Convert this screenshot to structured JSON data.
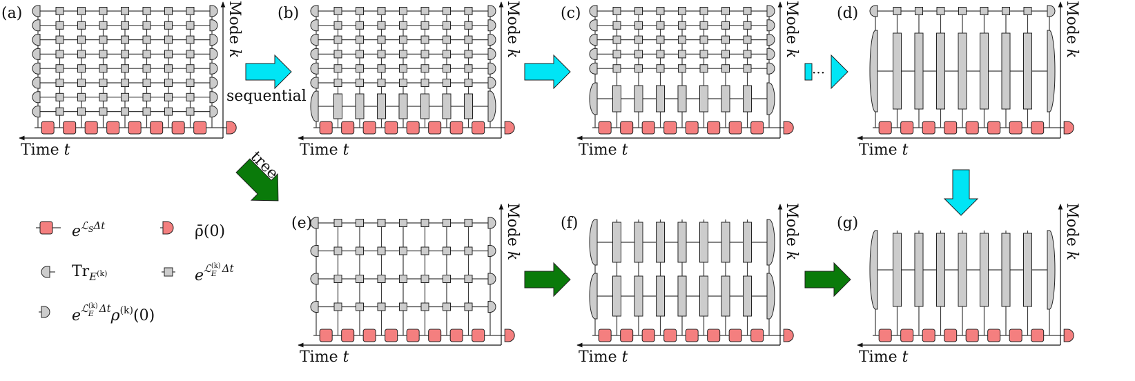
{
  "colors": {
    "system_node": "#f47f7f",
    "env_node": "#cccccc",
    "seq_arrow": "#00e5f5",
    "tree_arrow": "#0a7a0a",
    "line": "#3a3a3a"
  },
  "axes": {
    "time_label": "Time",
    "time_var": "t",
    "mode_label": "Mode",
    "mode_var": "k"
  },
  "arrows": {
    "sequential_label": "sequential",
    "tree_label": "tree",
    "ellipsis": "···"
  },
  "panels": [
    {
      "id": "a",
      "label": "(a)"
    },
    {
      "id": "b",
      "label": "(b)"
    },
    {
      "id": "c",
      "label": "(c)"
    },
    {
      "id": "d",
      "label": "(d)"
    },
    {
      "id": "e",
      "label": "(e)"
    },
    {
      "id": "f",
      "label": "(f)"
    },
    {
      "id": "g",
      "label": "(g)"
    }
  ],
  "legend": {
    "system_propagator": {
      "base": "e",
      "sup": "ℒ",
      "sup_sub": "S",
      "sup_tail": "Δt"
    },
    "initial_state": {
      "main": "ρ̄(0)"
    },
    "env_trace": {
      "main": "Tr",
      "sub": "E",
      "sub_sup": "(k)"
    },
    "env_propagator": {
      "base": "e",
      "sup": "ℒ",
      "sup_sub": "E",
      "sup_sup": "(k)",
      "sup_tail": "Δt"
    },
    "env_initial": {
      "base": "e",
      "sup": "ℒ",
      "sup_sub": "E",
      "sup_sup": "(k)",
      "sup_tail": "Δt",
      "tail": "ρ",
      "tail_sup": "(k)",
      "tail_end": "(0)"
    }
  }
}
